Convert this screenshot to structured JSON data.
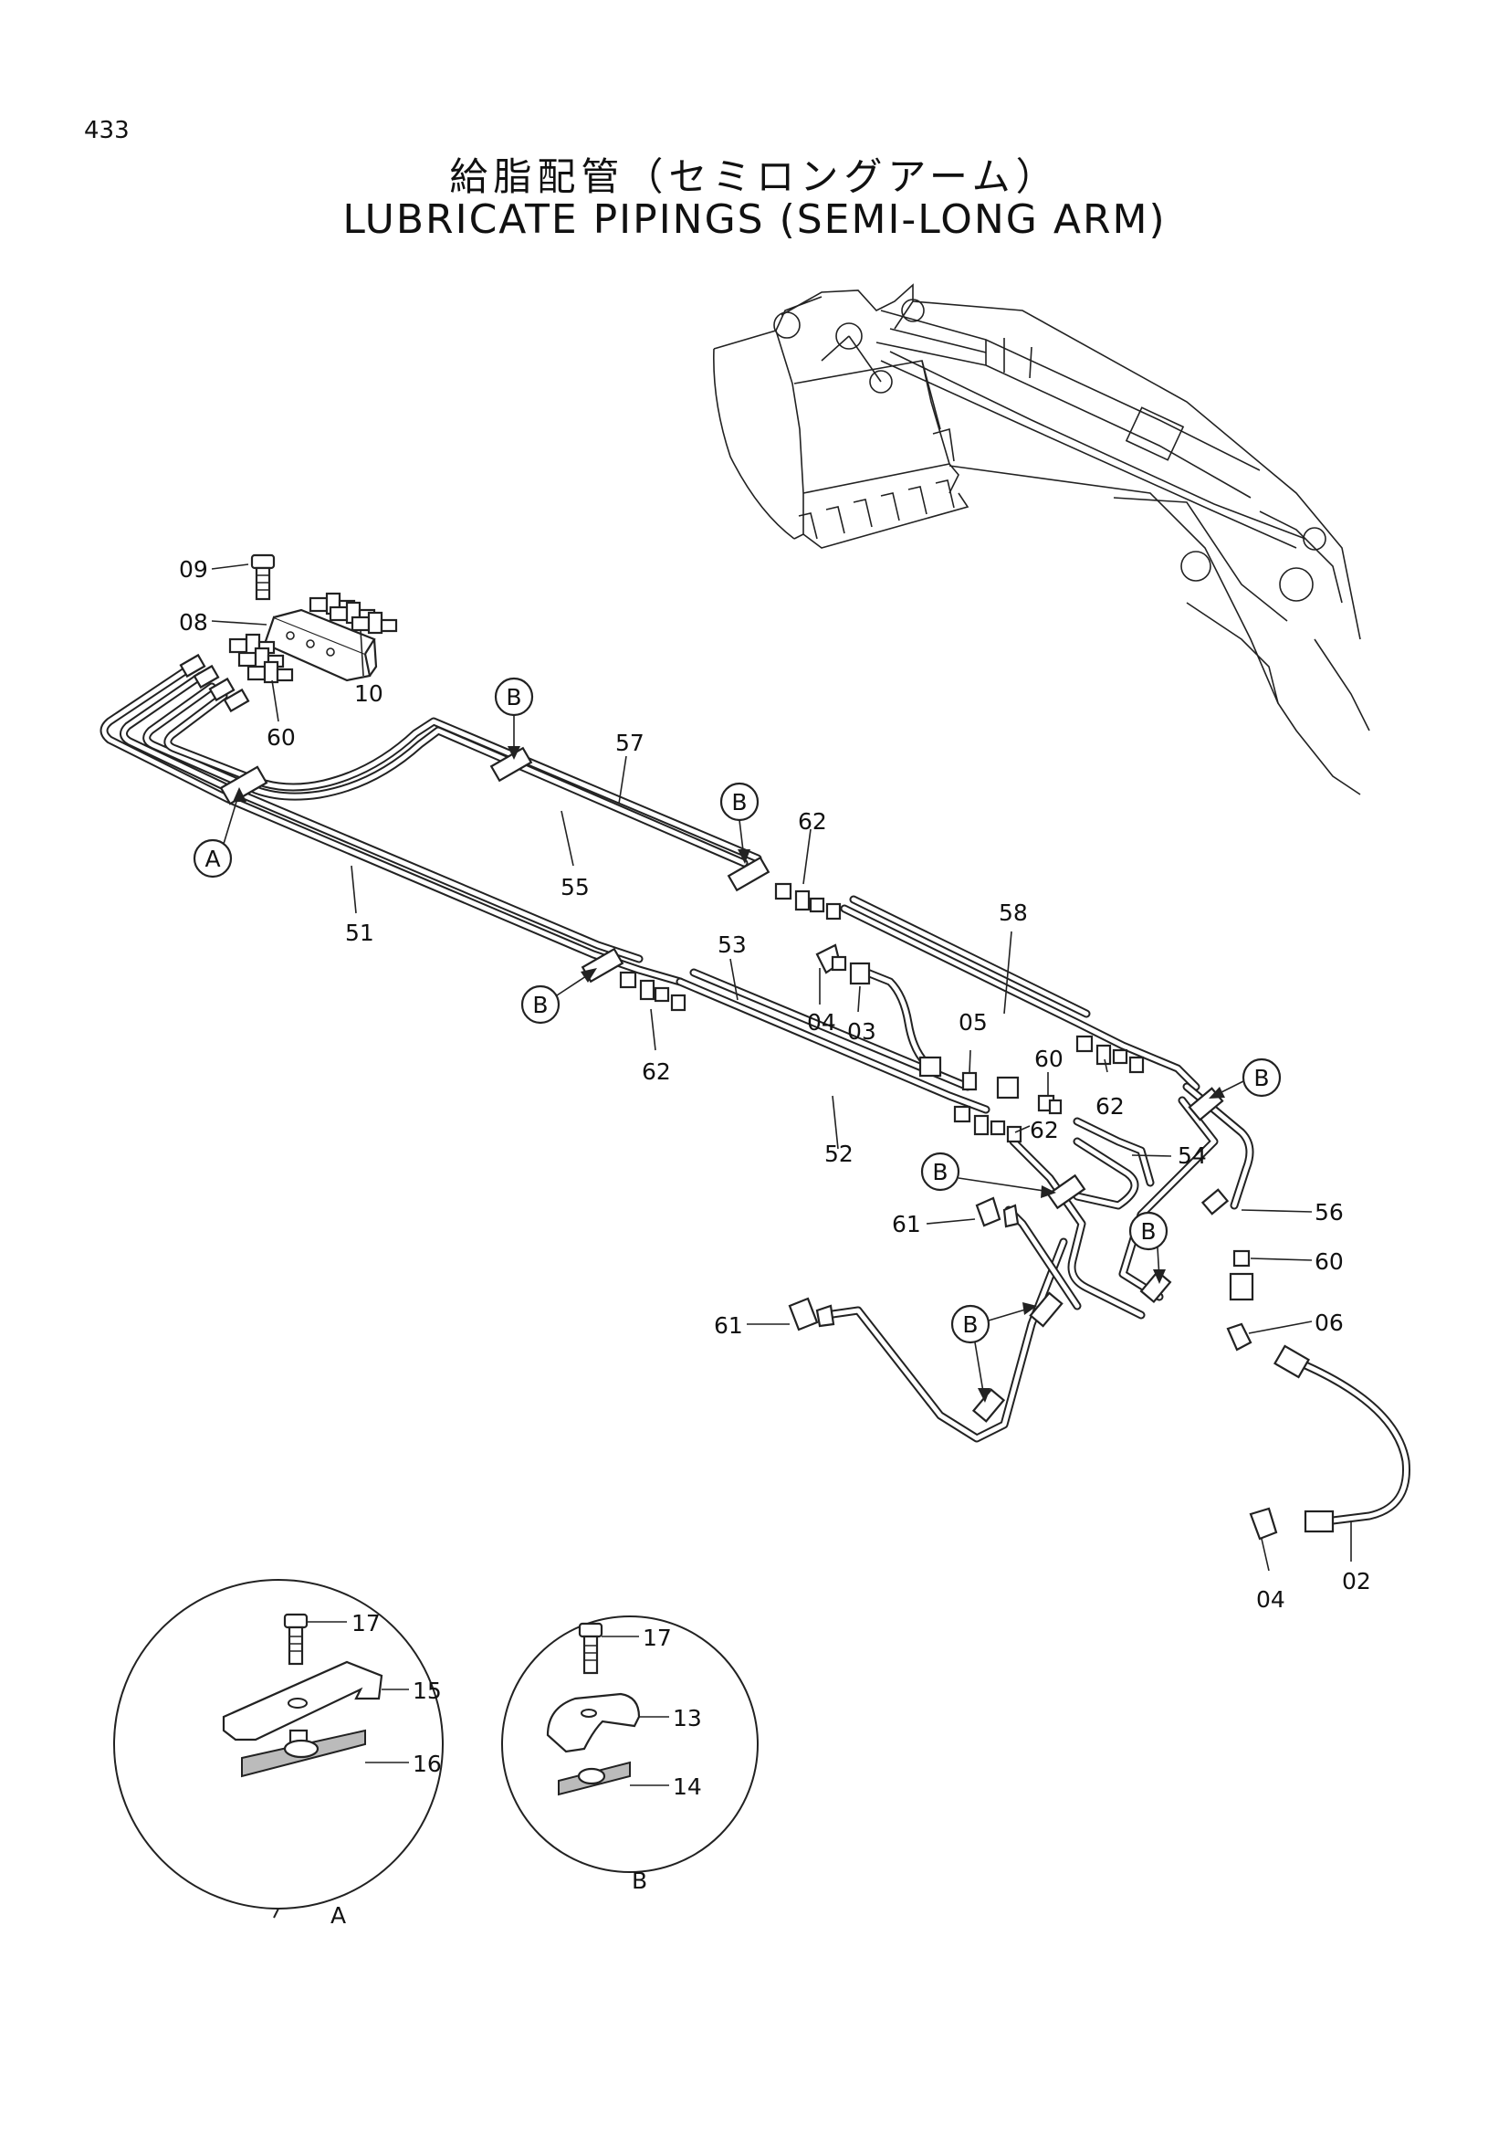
{
  "page_number": "433",
  "title_jp": "給脂配管（セミロングアーム）",
  "title_en": "LUBRICATE PIPINGS (SEMI-LONG ARM)",
  "callouts": {
    "c09": "09",
    "c08": "08",
    "c10": "10",
    "c60a": "60",
    "c51": "51",
    "c55": "55",
    "c57": "57",
    "c53": "53",
    "c58": "58",
    "c62a": "62",
    "c62b": "62",
    "c62c": "62",
    "c62d": "62",
    "c04a": "04",
    "c03": "03",
    "c05": "05",
    "c60b": "60",
    "c52": "52",
    "c54": "54",
    "c56": "56",
    "c60c": "60",
    "c06": "06",
    "c61a": "61",
    "c61b": "61",
    "c04b": "04",
    "c02": "02",
    "c17a": "17",
    "c15": "15",
    "c16": "16",
    "c17b": "17",
    "c13": "13",
    "c14": "14"
  },
  "markers": {
    "A": "A",
    "B": "B"
  },
  "details": {
    "detail_a_label": "A",
    "detail_b_label": "B"
  }
}
